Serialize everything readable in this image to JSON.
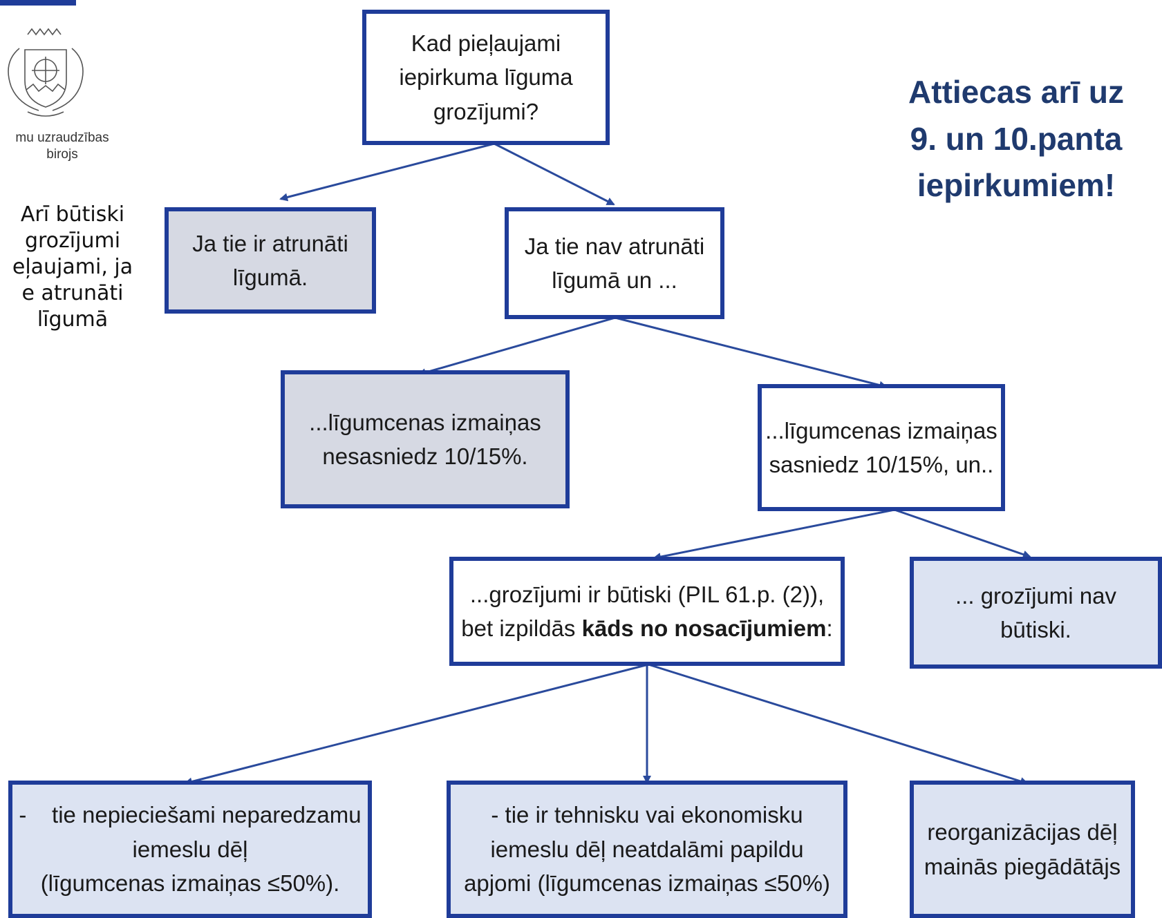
{
  "logo": {
    "caption": [
      "mu uzraudzības",
      "birojs"
    ]
  },
  "left_note": [
    "Arī būtiski",
    "grozījumi",
    "eļaujami, ja",
    "e atrunāti",
    "līgumā"
  ],
  "callout": [
    "Attiecas arī uz",
    "9. un 10.panta",
    "iepirkumiem!"
  ],
  "nodes": {
    "root": [
      "Kad pieļaujami",
      "iepirkuma līguma",
      "grozījumi?"
    ],
    "agreed": [
      "Ja tie ir atrunāti",
      "līgumā."
    ],
    "not_agreed": [
      "Ja tie nav atrunāti",
      "līgumā un ..."
    ],
    "below_threshold": [
      "...līgumcenas izmaiņas",
      "nesasniedz 10/15%."
    ],
    "reaches_threshold": [
      "...līgumcenas izmaiņas",
      "sasniedz 10/15%, un.."
    ],
    "substantial": {
      "line1": "...grozījumi ir būtiski (PIL 61.p. (2)),",
      "line2_prefix": "bet izpildās ",
      "line2_bold": "kāds no nosacījumiem",
      "line2_suffix": ":"
    },
    "not_substantial": [
      "... grozījumi nav",
      "būtiski."
    ],
    "unforeseen": [
      "-    tie nepieciešami neparedzamu",
      "iemeslu dēļ",
      "(līgumcenas izmaiņas ≤50%)."
    ],
    "technical": [
      "- tie ir tehnisku vai ekonomisku",
      "iemeslu dēļ neatdalāmi papildu",
      "apjomi (līgumcenas izmaiņas ≤50%)"
    ],
    "reorganization": [
      "reorganizācijas dēļ",
      "mainās piegādātājs"
    ]
  },
  "colors": {
    "border": "#1f3c99",
    "arrow": "#2a4a9c",
    "grey_fill": "#d6d9e3",
    "light_fill": "#dce3f2",
    "callout_text": "#1f3a6e"
  }
}
